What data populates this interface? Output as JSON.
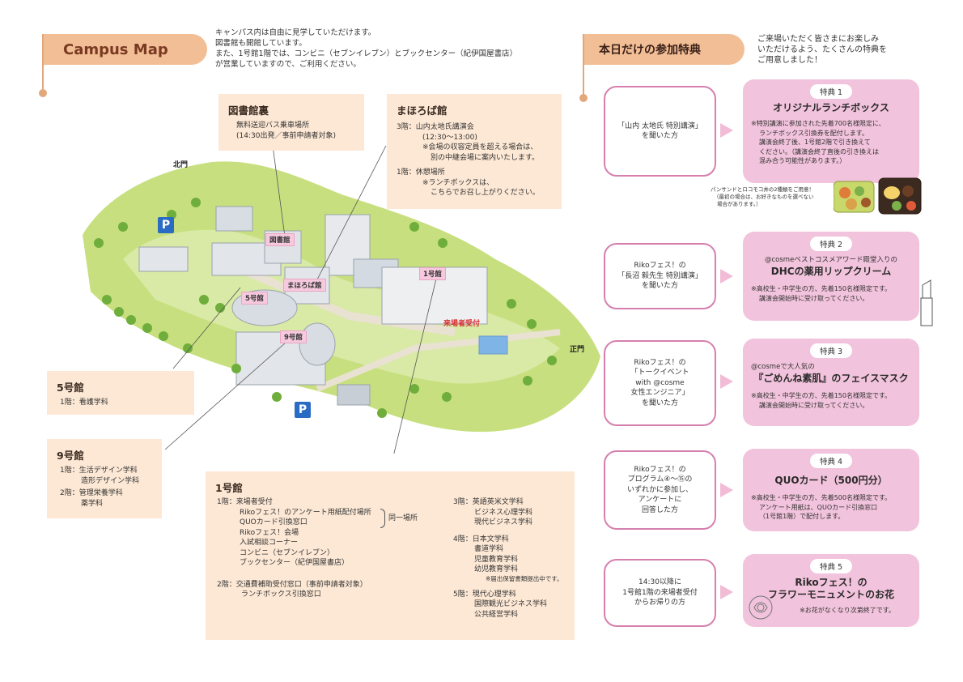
{
  "campus": {
    "title": "Campus Map",
    "intro": [
      "キャンパス内は自由に見学していただけます。",
      "図書館も開館しています。",
      "また、1号館1階では、コンビニ（セブンイレブン）とブックセンター（紀伊国屋書店）",
      "が営業していますので、ご利用ください。"
    ]
  },
  "boxes": {
    "library_back": {
      "title": "図書館裏",
      "lines": [
        "無料送迎バス乗車場所",
        "(14:30出発／事前申請者対象)"
      ]
    },
    "mahoroba": {
      "title": "まほろば館",
      "lines": [
        "3階：山内太地氏講演会",
        "(12:30～13:00)",
        "※会場の収容定員を超える場合は、",
        "別の中継会場に案内いたします。",
        "1階：休憩場所",
        "※ランチボックスは、",
        "こちらでお召し上がりください。"
      ]
    },
    "bldg5": {
      "title": "5号館",
      "lines": [
        "1階：看護学科"
      ]
    },
    "bldg9": {
      "title": "9号館",
      "lines": [
        "1階：生活デザイン学科",
        "造形デザイン学科",
        "2階：管理栄養学科",
        "薬学科"
      ]
    },
    "bldg1": {
      "title": "1号館",
      "col1": [
        "1階：来場者受付",
        "Rikoフェス！のアンケート用紙配付場所",
        "QUOカード引換窓口",
        "Rikoフェス！会場",
        "入試相談コーナー",
        "コンビニ（セブンイレブン）",
        "ブックセンター（紀伊国屋書店）",
        "2階：交通費補助受付窓口（事前申請者対象）",
        "ランチボックス引換窓口"
      ],
      "same_place": "同一場所",
      "col2": [
        "3階：英語英米文学科",
        "ビジネス心理学科",
        "現代ビジネス学科",
        "4階：日本文学科",
        "書道学科",
        "児童教育学科",
        "幼児教育学科",
        "※届出保留書類提出中です。",
        "5階：現代心理学科",
        "国際観光ビジネス学科",
        "公共経営学科"
      ]
    }
  },
  "map": {
    "labels": {
      "library": "図書館",
      "mahoroba": "まほろば館",
      "b5": "5号館",
      "b9": "9号館",
      "b1": "1号館",
      "reception": "来場者受付",
      "north_gate": "北門",
      "main_gate": "正門",
      "parking": "P"
    }
  },
  "benefits": {
    "title": "本日だけの参加特典",
    "intro": [
      "ご来場いただく皆さまにお楽しみ",
      "いただけるよう、たくさんの特典を",
      "ご用意しました！"
    ],
    "items": [
      {
        "condition": [
          "「山内 太地氏 特別講演」",
          "を聞いた方"
        ],
        "badge": "特典 1",
        "title": "オリジナルランチボックス",
        "sub": "",
        "notes": [
          "※特別講演に参加された先着700名様限定に、",
          "ランチボックス引換券を配付します。",
          "講演会終了後、1号館2階で引き換えて",
          "ください。（講演会終了直後の引き換えは",
          "混み合う可能性があります。）"
        ],
        "photo_caption": [
          "パンサンドとロコモコ丼の2種類をご用意！",
          "（最初の場合は、お好きなものを選べない",
          "場合があります。）"
        ]
      },
      {
        "condition": [
          "Rikoフェス！の",
          "「長沼 毅先生 特別講演」",
          "を聞いた方"
        ],
        "badge": "特典 2",
        "title": "DHCの薬用リップクリーム",
        "sub": "@cosmeベストコスメアワード殿堂入りの",
        "notes": [
          "※高校生・中学生の方、先着150名様限定です。",
          "講演会開始時に受け取ってください。"
        ]
      },
      {
        "condition": [
          "Rikoフェス！の",
          "「トークイベント",
          "with @cosme",
          "女性エンジニア」",
          "を聞いた方"
        ],
        "badge": "特典 3",
        "title": "『ごめんね素肌』のフェイスマスク",
        "sub": "@cosmeで大人気の",
        "notes": [
          "※高校生・中学生の方、先着150名様限定です。",
          "講演会開始時に受け取ってください。"
        ]
      },
      {
        "condition": [
          "Rikoフェス！の",
          "プログラム④～⑮の",
          "いずれかに参加し、",
          "アンケートに",
          "回答した方"
        ],
        "badge": "特典 4",
        "title": "QUOカード（500円分）",
        "sub": "",
        "notes": [
          "※高校生・中学生の方、先着500名様限定です。",
          "アンケート用紙は、QUOカード引換窓口",
          "（1号館1階）で配付します。"
        ]
      },
      {
        "condition": [
          "14:30以降に",
          "1号館1階の来場者受付",
          "からお帰りの方"
        ],
        "badge": "特典 5",
        "title": "Rikoフェス！の\nフラワーモニュメントのお花",
        "sub": "",
        "notes": [
          "※お花がなくなり次第終了です。"
        ]
      }
    ]
  },
  "colors": {
    "accent_orange": "#f2be96",
    "box_peach": "#fde8d5",
    "benefit_pink": "#f2c3dc",
    "cond_border": "#d67fae",
    "parking_blue": "#2a6cc4",
    "grass_green": "#b9d96a"
  }
}
